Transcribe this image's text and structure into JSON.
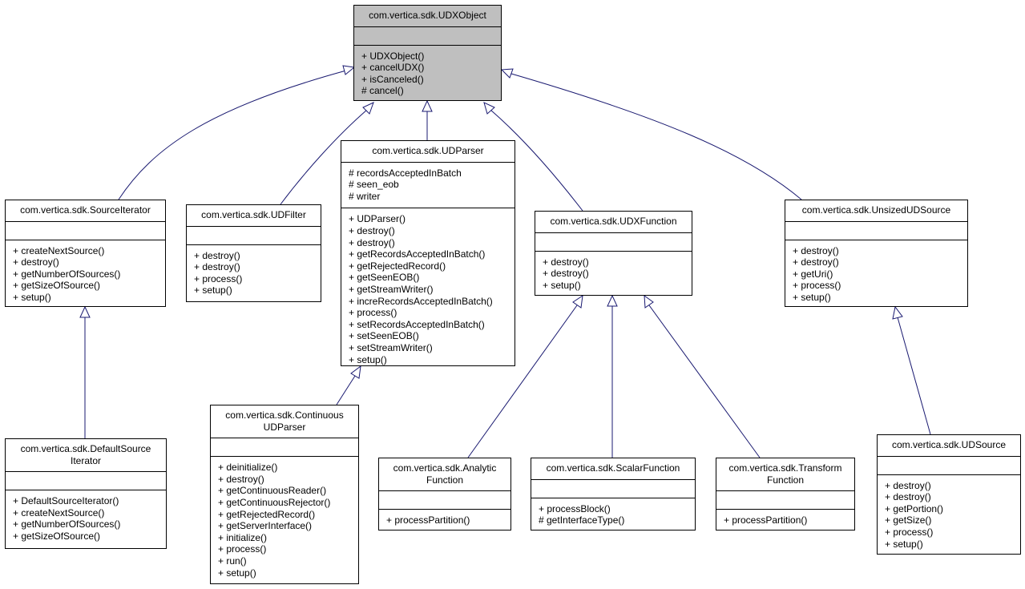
{
  "classes": {
    "udxobject": {
      "title": [
        "com.vertica.sdk.UDXObject"
      ],
      "attributes": [],
      "methods": [
        "+ UDXObject()",
        "+ cancelUDX()",
        "+ isCanceled()",
        "# cancel()"
      ]
    },
    "sourceiterator": {
      "title": [
        "com.vertica.sdk.SourceIterator"
      ],
      "attributes": [],
      "methods": [
        "+ createNextSource()",
        "+ destroy()",
        "+ getNumberOfSources()",
        "+ getSizeOfSource()",
        "+ setup()"
      ]
    },
    "udfilter": {
      "title": [
        "com.vertica.sdk.UDFilter"
      ],
      "attributes": [],
      "methods": [
        "+ destroy()",
        "+ destroy()",
        "+ process()",
        "+ setup()"
      ]
    },
    "udparser": {
      "title": [
        "com.vertica.sdk.UDParser"
      ],
      "attributes": [
        "# recordsAcceptedInBatch",
        "# seen_eob",
        "# writer"
      ],
      "methods": [
        "+ UDParser()",
        "+ destroy()",
        "+ destroy()",
        "+ getRecordsAcceptedInBatch()",
        "+ getRejectedRecord()",
        "+ getSeenEOB()",
        "+ getStreamWriter()",
        "+ increRecordsAcceptedInBatch()",
        "+ process()",
        "+ setRecordsAcceptedInBatch()",
        "+ setSeenEOB()",
        "+ setStreamWriter()",
        "+ setup()"
      ]
    },
    "udxfunction": {
      "title": [
        "com.vertica.sdk.UDXFunction"
      ],
      "attributes": [],
      "methods": [
        "+ destroy()",
        "+ destroy()",
        "+ setup()"
      ]
    },
    "unsizedudsource": {
      "title": [
        "com.vertica.sdk.UnsizedUDSource"
      ],
      "attributes": [],
      "methods": [
        "+ destroy()",
        "+ destroy()",
        "+ getUri()",
        "+ process()",
        "+ setup()"
      ]
    },
    "defaultsourceiterator": {
      "title": [
        "com.vertica.sdk.DefaultSource",
        "Iterator"
      ],
      "attributes": [],
      "methods": [
        "+ DefaultSourceIterator()",
        "+ createNextSource()",
        "+ getNumberOfSources()",
        "+ getSizeOfSource()"
      ]
    },
    "continuousudparser": {
      "title": [
        "com.vertica.sdk.Continuous",
        "UDParser"
      ],
      "attributes": [],
      "methods": [
        "+ deinitialize()",
        "+ destroy()",
        "+ getContinuousReader()",
        "+ getContinuousRejector()",
        "+ getRejectedRecord()",
        "+ getServerInterface()",
        "+ initialize()",
        "+ process()",
        "+ run()",
        "+ setup()"
      ]
    },
    "analyticfunction": {
      "title": [
        "com.vertica.sdk.Analytic",
        "Function"
      ],
      "attributes": [],
      "methods": [
        "+ processPartition()"
      ]
    },
    "scalarfunction": {
      "title": [
        "com.vertica.sdk.ScalarFunction"
      ],
      "attributes": [],
      "methods": [
        "+ processBlock()",
        "# getInterfaceType()"
      ]
    },
    "transformfunction": {
      "title": [
        "com.vertica.sdk.Transform",
        "Function"
      ],
      "attributes": [],
      "methods": [
        "+ processPartition()"
      ]
    },
    "udsource": {
      "title": [
        "com.vertica.sdk.UDSource"
      ],
      "attributes": [],
      "methods": [
        "+ destroy()",
        "+ destroy()",
        "+ getPortion()",
        "+ getSize()",
        "+ process()",
        "+ setup()"
      ]
    }
  },
  "inheritance": [
    {
      "child": "sourceiterator",
      "parent": "udxobject"
    },
    {
      "child": "udfilter",
      "parent": "udxobject"
    },
    {
      "child": "udparser",
      "parent": "udxobject"
    },
    {
      "child": "udxfunction",
      "parent": "udxobject"
    },
    {
      "child": "unsizedudsource",
      "parent": "udxobject"
    },
    {
      "child": "defaultsourceiterator",
      "parent": "sourceiterator"
    },
    {
      "child": "continuousudparser",
      "parent": "udparser"
    },
    {
      "child": "analyticfunction",
      "parent": "udxfunction"
    },
    {
      "child": "scalarfunction",
      "parent": "udxfunction"
    },
    {
      "child": "transformfunction",
      "parent": "udxfunction"
    },
    {
      "child": "udsource",
      "parent": "unsizedudsource"
    }
  ],
  "colors": {
    "edge": "#191970",
    "root_fill": "#bfbfbf",
    "box_fill": "#ffffff",
    "border": "#000000"
  }
}
